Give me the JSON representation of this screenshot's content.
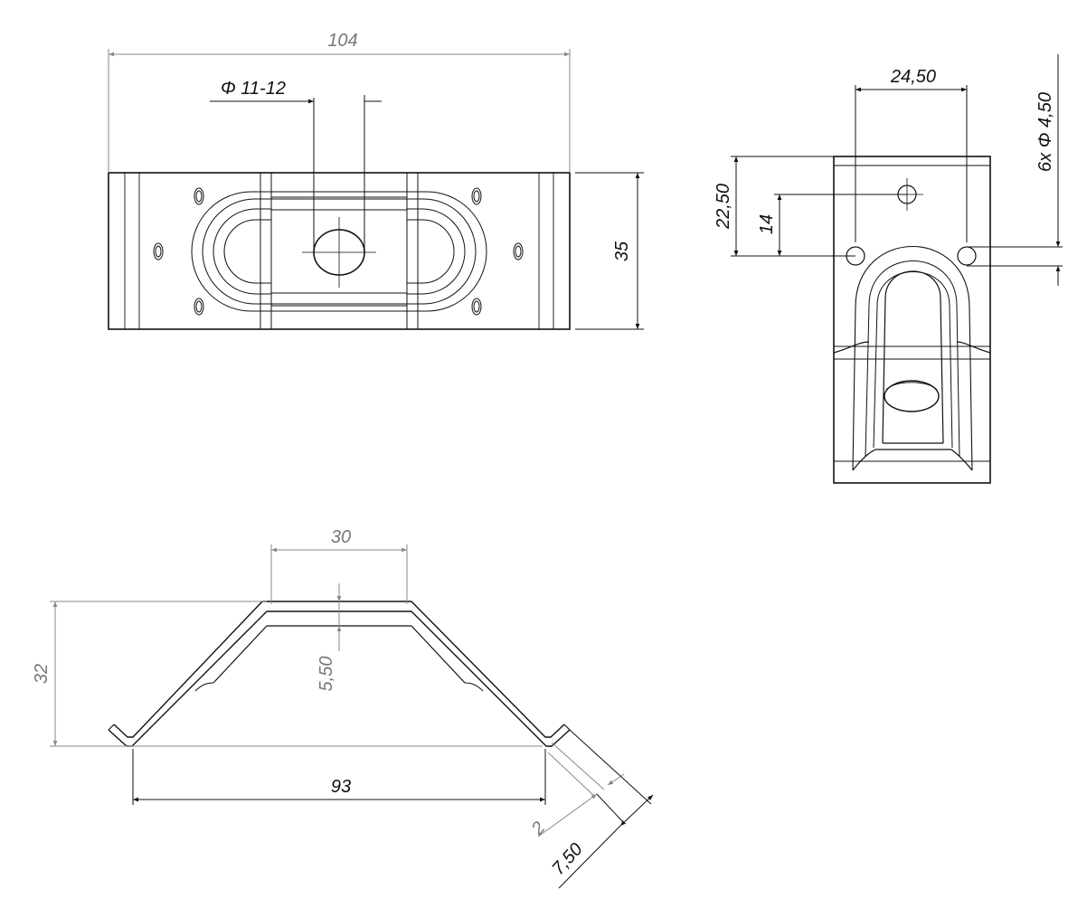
{
  "diagram": {
    "front_view": {
      "width_dim": "104",
      "hole_dim": "Φ 11-12",
      "height_dim": "35"
    },
    "side_view": {
      "spacing_dim": "24,50",
      "height_dim": "22,50",
      "hole_height_dim": "14",
      "holes_dim": "6x Φ 4,50"
    },
    "section_view": {
      "top_width_dim": "30",
      "height_dim": "32",
      "depth_dim": "5,50",
      "base_width_dim": "93",
      "thickness_dim": "2",
      "flange_dim": "7,50"
    },
    "colors": {
      "line": "#111111",
      "dimension": "#777777",
      "background": "#ffffff"
    }
  }
}
